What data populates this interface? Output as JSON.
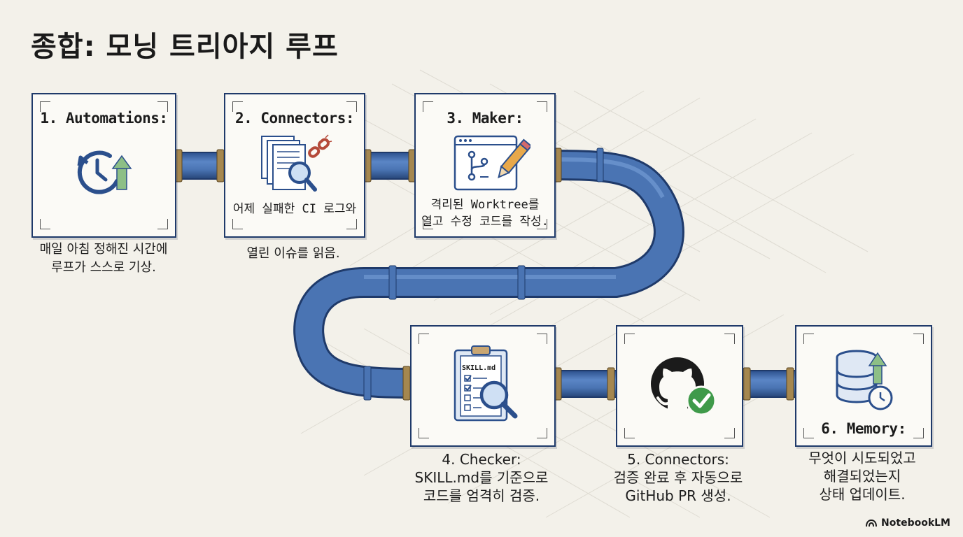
{
  "title": "종합: 모닝 트리아지 루프",
  "colors": {
    "pipe": "#4a74b3",
    "pipe_dark": "#2b4f8c",
    "frame": "#1f3a6a",
    "accent_green": "#7fb07a",
    "coupling": "#a5874f"
  },
  "steps": {
    "s1": {
      "title": "1. Automations:",
      "icon": "clock-arrow-up-icon",
      "caption": [
        "매일 아침 정해진 시간에",
        "루프가 스스로 기상."
      ]
    },
    "s2": {
      "title": "2. Connectors:",
      "icon": "documents-search-link-icon",
      "inner": "어제 실패한 CI 로그와",
      "caption": [
        "열린 이슈를 읽음."
      ]
    },
    "s3": {
      "title": "3. Maker:",
      "icon": "code-window-pencil-icon",
      "inner": [
        "격리된 Worktree를",
        "열고 수정 코드를 작성."
      ]
    },
    "s4": {
      "icon": "clipboard-checklist-search-icon",
      "icon_label": "SKILL.md",
      "caption": [
        "4. Checker:",
        "SKILL.md를 기준으로",
        "코드를 엄격히 검증."
      ]
    },
    "s5": {
      "icon": "github-check-icon",
      "caption": [
        "5. Connectors:",
        "검증 완료 후 자동으로",
        "GitHub PR 생성."
      ]
    },
    "s6": {
      "title": "6. Memory:",
      "icon": "database-history-icon",
      "caption": [
        "무엇이 시도되었고",
        "해결되었는지",
        "상태 업데이트."
      ]
    }
  },
  "brand": "NotebookLM"
}
